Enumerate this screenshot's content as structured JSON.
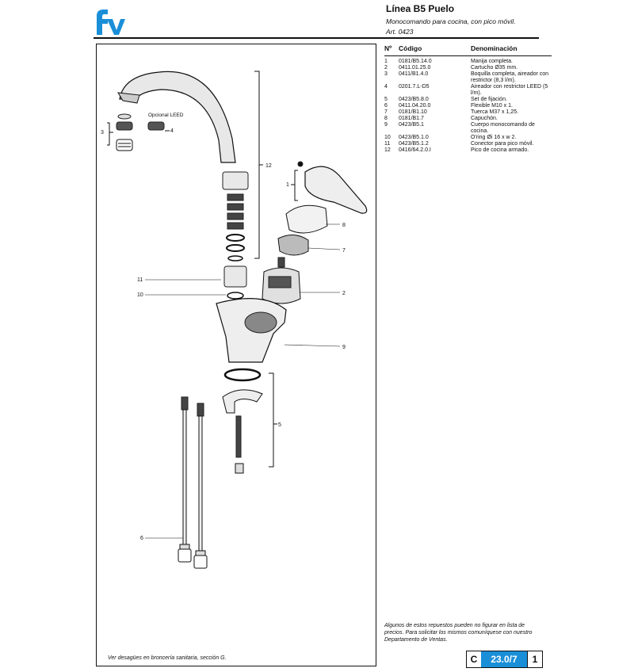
{
  "header": {
    "title": "Línea B5 Puelo",
    "subtitle": "Monocomando para cocina, con pico móvil.",
    "article": "Art. 0423"
  },
  "colors": {
    "brand": "#1a8fd8"
  },
  "diagram": {
    "option_label": "Opcional LEED",
    "callouts": [
      "1",
      "2",
      "3",
      "4",
      "5",
      "6",
      "7",
      "8",
      "9",
      "10",
      "11",
      "12"
    ]
  },
  "parts_table": {
    "headers": {
      "num": "Nº",
      "code": "Código",
      "name": "Denominación"
    },
    "rows": [
      {
        "num": "1",
        "code": "0181/B5.14.0",
        "name": "Manija completa."
      },
      {
        "num": "2",
        "code": "0411.01.25.0",
        "name": "Cartucho Ø35 mm."
      },
      {
        "num": "3",
        "code": "0411/B1.4.0",
        "name": "Boquilla completa, aireador con restrictor (8,3 l/m)."
      },
      {
        "num": "4",
        "code": "0201.7.L-D5",
        "name": "Aireador con restrictor LEED (5 l/m)."
      },
      {
        "num": "5",
        "code": "0423/B5.8.0",
        "name": "Set de fijación."
      },
      {
        "num": "6",
        "code": "0411.04.20.0",
        "name": "Flexible M10 x 1."
      },
      {
        "num": "7",
        "code": "0181/B1.10",
        "name": "Tuerca M37 x 1,25."
      },
      {
        "num": "8",
        "code": "0181/B1.7",
        "name": "Capuchón."
      },
      {
        "num": "9",
        "code": "0423/B5.1",
        "name": "Cuerpo monocomando de cocina."
      },
      {
        "num": "10",
        "code": "0423/B5.1.0",
        "name": "O'ring Øi 16 x w 2."
      },
      {
        "num": "11",
        "code": "0423/B5.1.2",
        "name": "Conector para pico móvil."
      },
      {
        "num": "12",
        "code": "0416/64.2.0.I",
        "name": "Pico de cocina armado."
      }
    ]
  },
  "notice": "Algunos de estos repuestos pueden no figurar en lista de precios. Para solicitar los mismos comuníquese con nuestro Departamento de Ventas.",
  "footnote": "Ver desagües en broncería sanitaria, sección G.",
  "badge": {
    "letter": "C",
    "number": "23.0/7",
    "page": "1"
  }
}
